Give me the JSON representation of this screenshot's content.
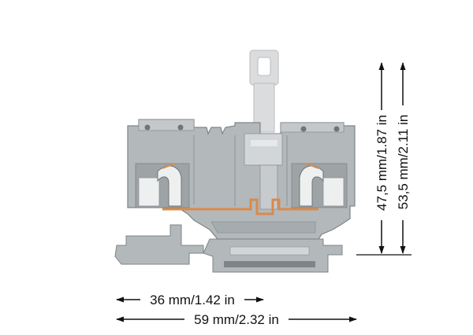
{
  "colors": {
    "housing": "#b3b8bb",
    "housing_dark": "#8d9296",
    "housing_light": "#d3d6d8",
    "lever": "#dadcdd",
    "clamp_spring": "#eef0f0",
    "busbar": "#d98a4a",
    "dimension_line": "#111111"
  },
  "icons": {
    "arrow": "arrowhead-icon"
  },
  "dimensions": {
    "width_inner": "36 mm/1.42 in",
    "width_overall": "59 mm/2.32 in",
    "height_terminal": "47,5 mm/1.87 in",
    "height_overall": "53,5 mm/2.11 in"
  }
}
